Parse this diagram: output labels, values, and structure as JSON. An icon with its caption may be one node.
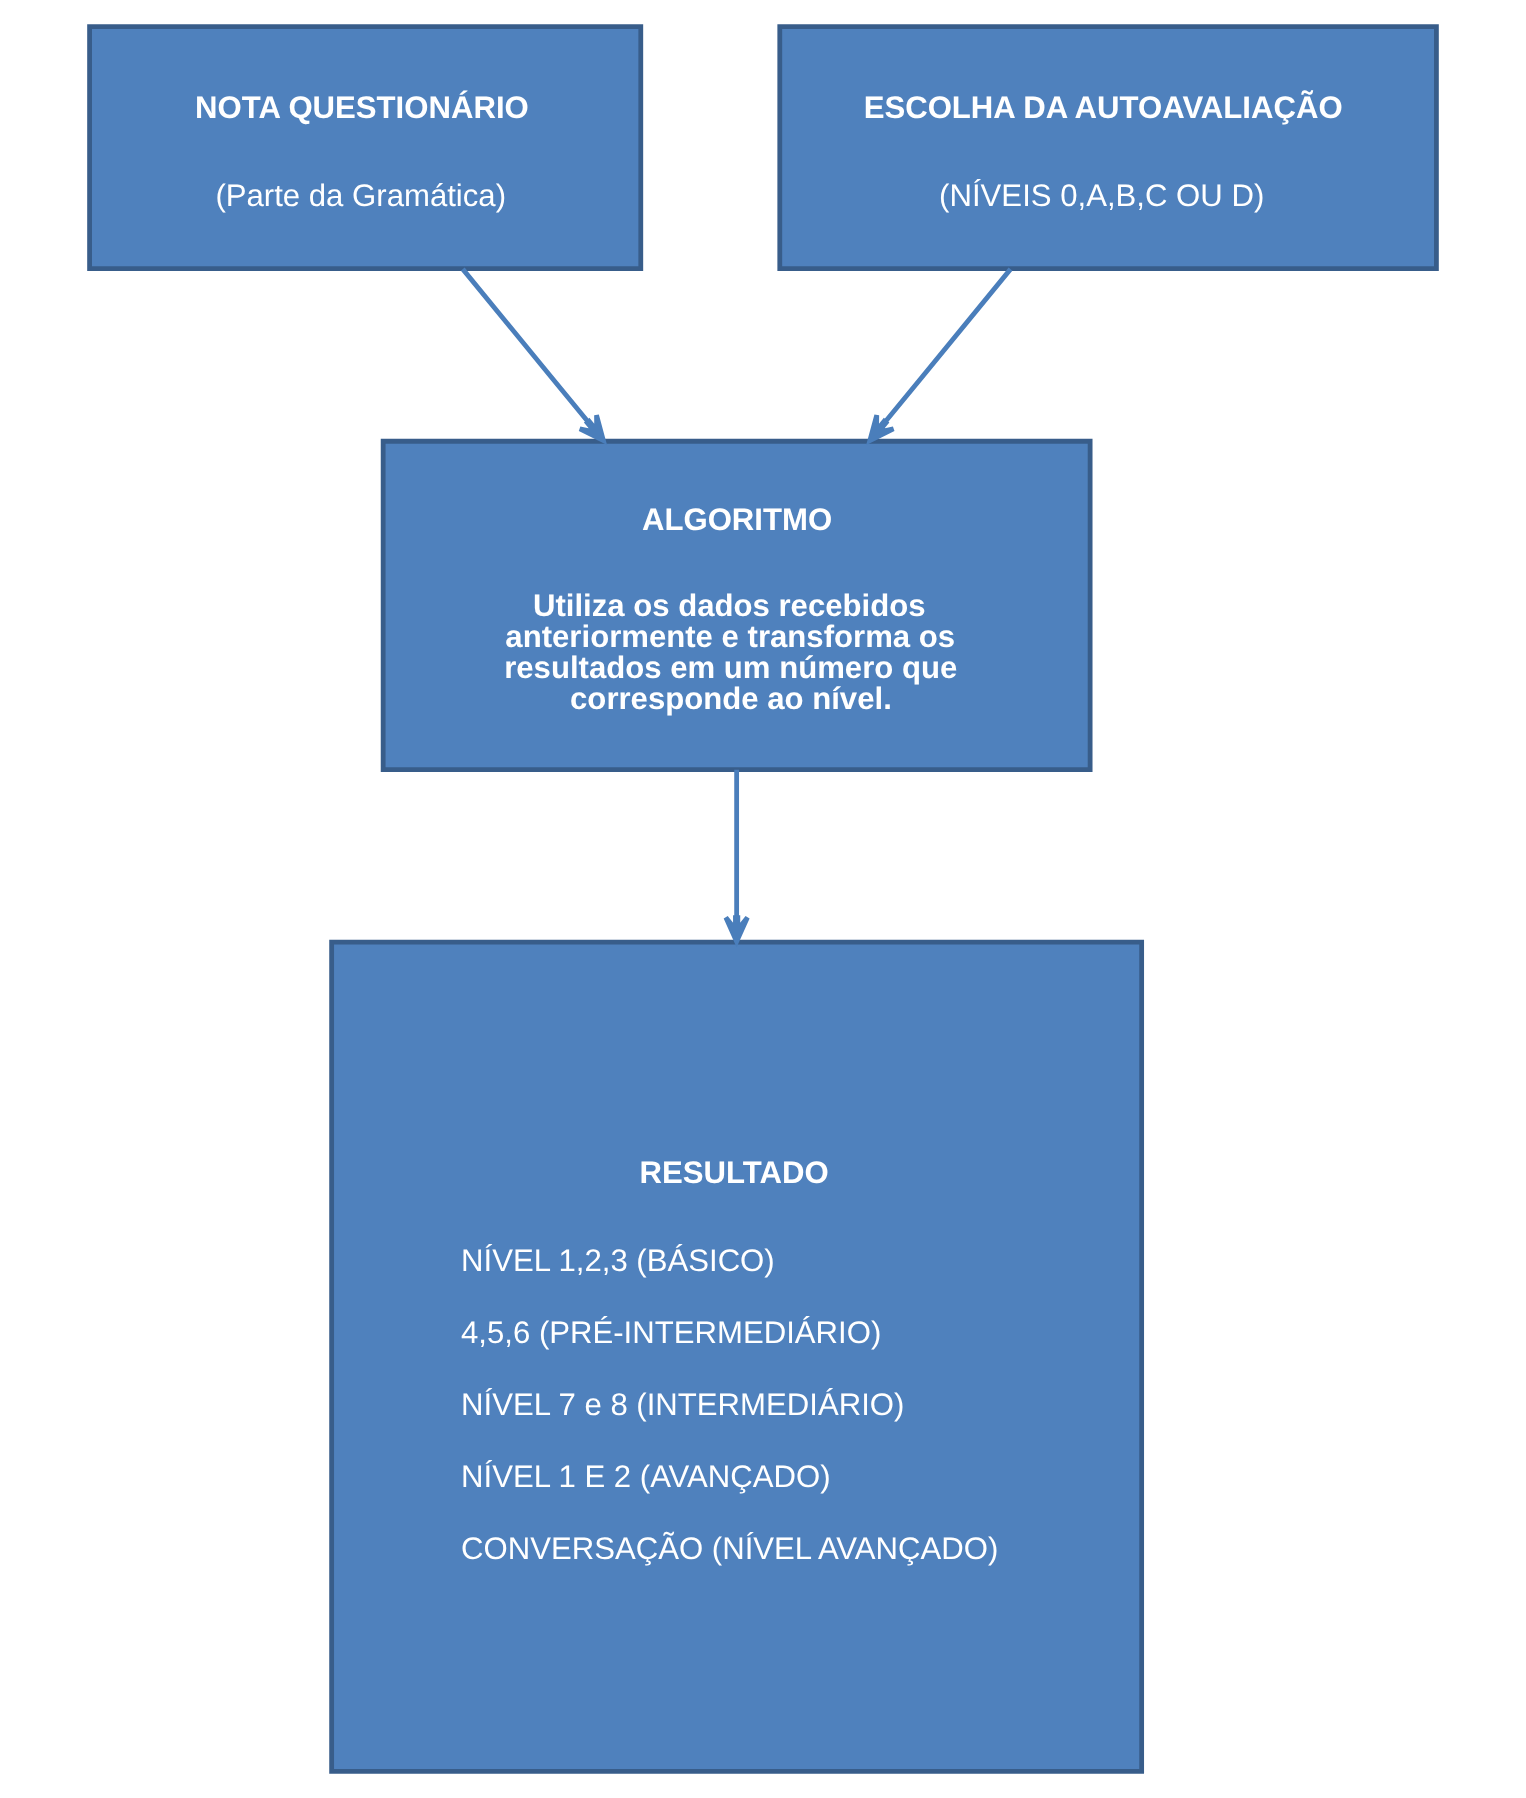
{
  "diagram": {
    "nodes": [
      {
        "text": [
          "NOTA QUESTIONÁRIO",
          "(Parte da Gramática)"
        ]
      },
      {
        "text": [
          "ESCOLHA DA AUTOAVALIAÇÃO",
          "(NÍVEIS 0,A,B,C OU D)"
        ]
      },
      {
        "text": [
          "ALGORITMO",
          "Utiliza os dados recebidos anteriormente e transforma os resultados em um número que corresponde ao nível."
        ]
      },
      {
        "text": [
          "RESULTADO",
          "NÍVEL 1,2,3 (BÁSICO)",
          "4,5,6 (PRÉ-INTERMEDIÁRIO)",
          "NÍVEL 7 e 8 (INTERMEDIÁRIO)",
          "NÍVEL 1 E 2 (AVANÇADO)",
          "CONVERSAÇÃO (NÍVEL AVANÇADO)"
        ]
      }
    ],
    "edges": [
      {
        "from": 0,
        "to": 2,
        "arrow": "to"
      },
      {
        "from": 1,
        "to": 2,
        "arrow": "to"
      },
      {
        "from": 2,
        "to": 3,
        "arrow": "to"
      }
    ]
  }
}
